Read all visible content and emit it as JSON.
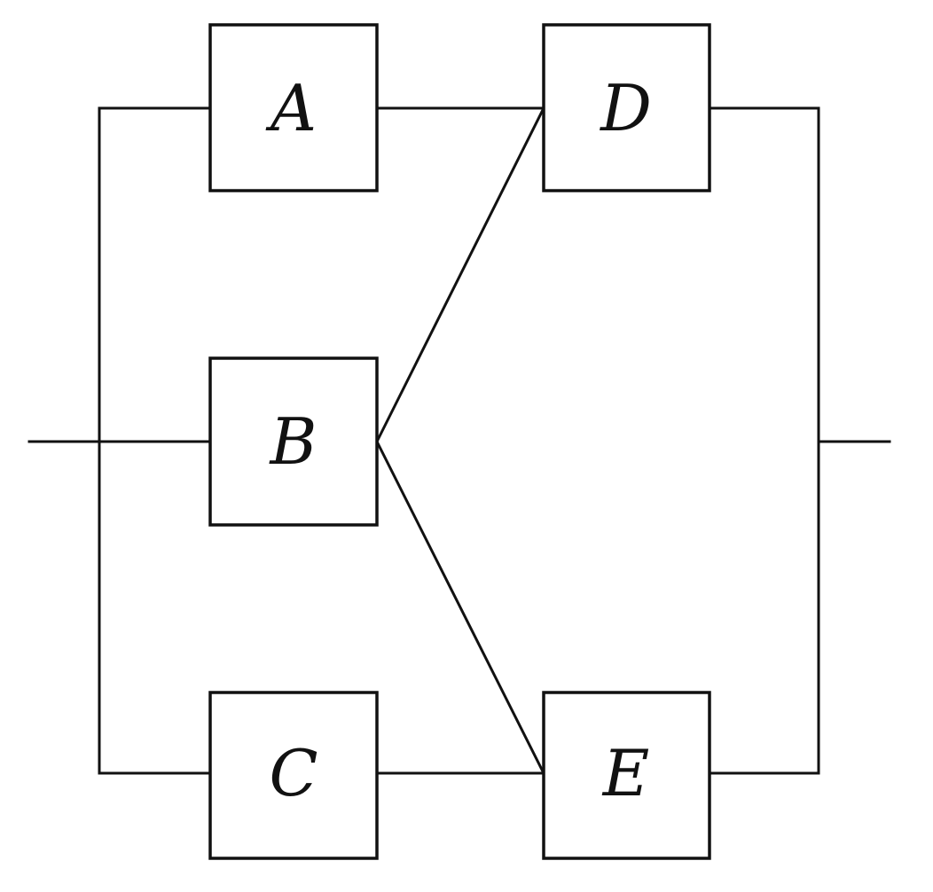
{
  "components": [
    {
      "id": "A",
      "label": "A"
    },
    {
      "id": "B",
      "label": "B"
    },
    {
      "id": "C",
      "label": "C"
    },
    {
      "id": "D",
      "label": "D"
    },
    {
      "id": "E",
      "label": "E"
    }
  ],
  "connections": [
    {
      "from": "input",
      "to": "A"
    },
    {
      "from": "input",
      "to": "B"
    },
    {
      "from": "input",
      "to": "C"
    },
    {
      "from": "A",
      "to": "D"
    },
    {
      "from": "B",
      "to": "D"
    },
    {
      "from": "B",
      "to": "E"
    },
    {
      "from": "C",
      "to": "E"
    },
    {
      "from": "D",
      "to": "output"
    },
    {
      "from": "E",
      "to": "output"
    }
  ],
  "colors": {
    "line": "#111111",
    "background": "#ffffff"
  }
}
